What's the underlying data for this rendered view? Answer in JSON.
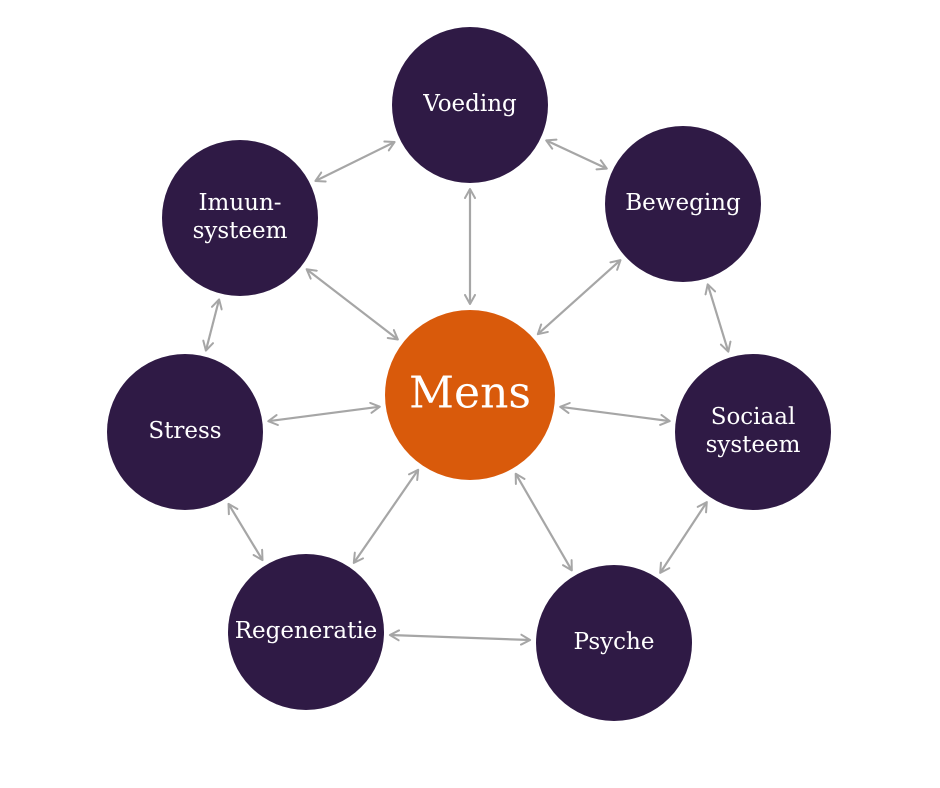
{
  "center": {
    "label": "Mens"
  },
  "nodes": [
    {
      "id": "voeding",
      "lines": [
        "Voeding"
      ]
    },
    {
      "id": "beweging",
      "lines": [
        "Beweging"
      ]
    },
    {
      "id": "sociaal-systeem",
      "lines": [
        "Sociaal",
        "systeem"
      ]
    },
    {
      "id": "psyche",
      "lines": [
        "Psyche"
      ]
    },
    {
      "id": "regeneratie",
      "lines": [
        "Regeneratie"
      ]
    },
    {
      "id": "stress",
      "lines": [
        "Stress"
      ]
    },
    {
      "id": "imuun-systeem",
      "lines": [
        "Imuun-",
        "systeem"
      ]
    }
  ],
  "colors": {
    "node_fill": "#2f1a45",
    "center_fill": "#d95a0b",
    "connector": "#a6a6a6",
    "label": "#ffffff"
  }
}
